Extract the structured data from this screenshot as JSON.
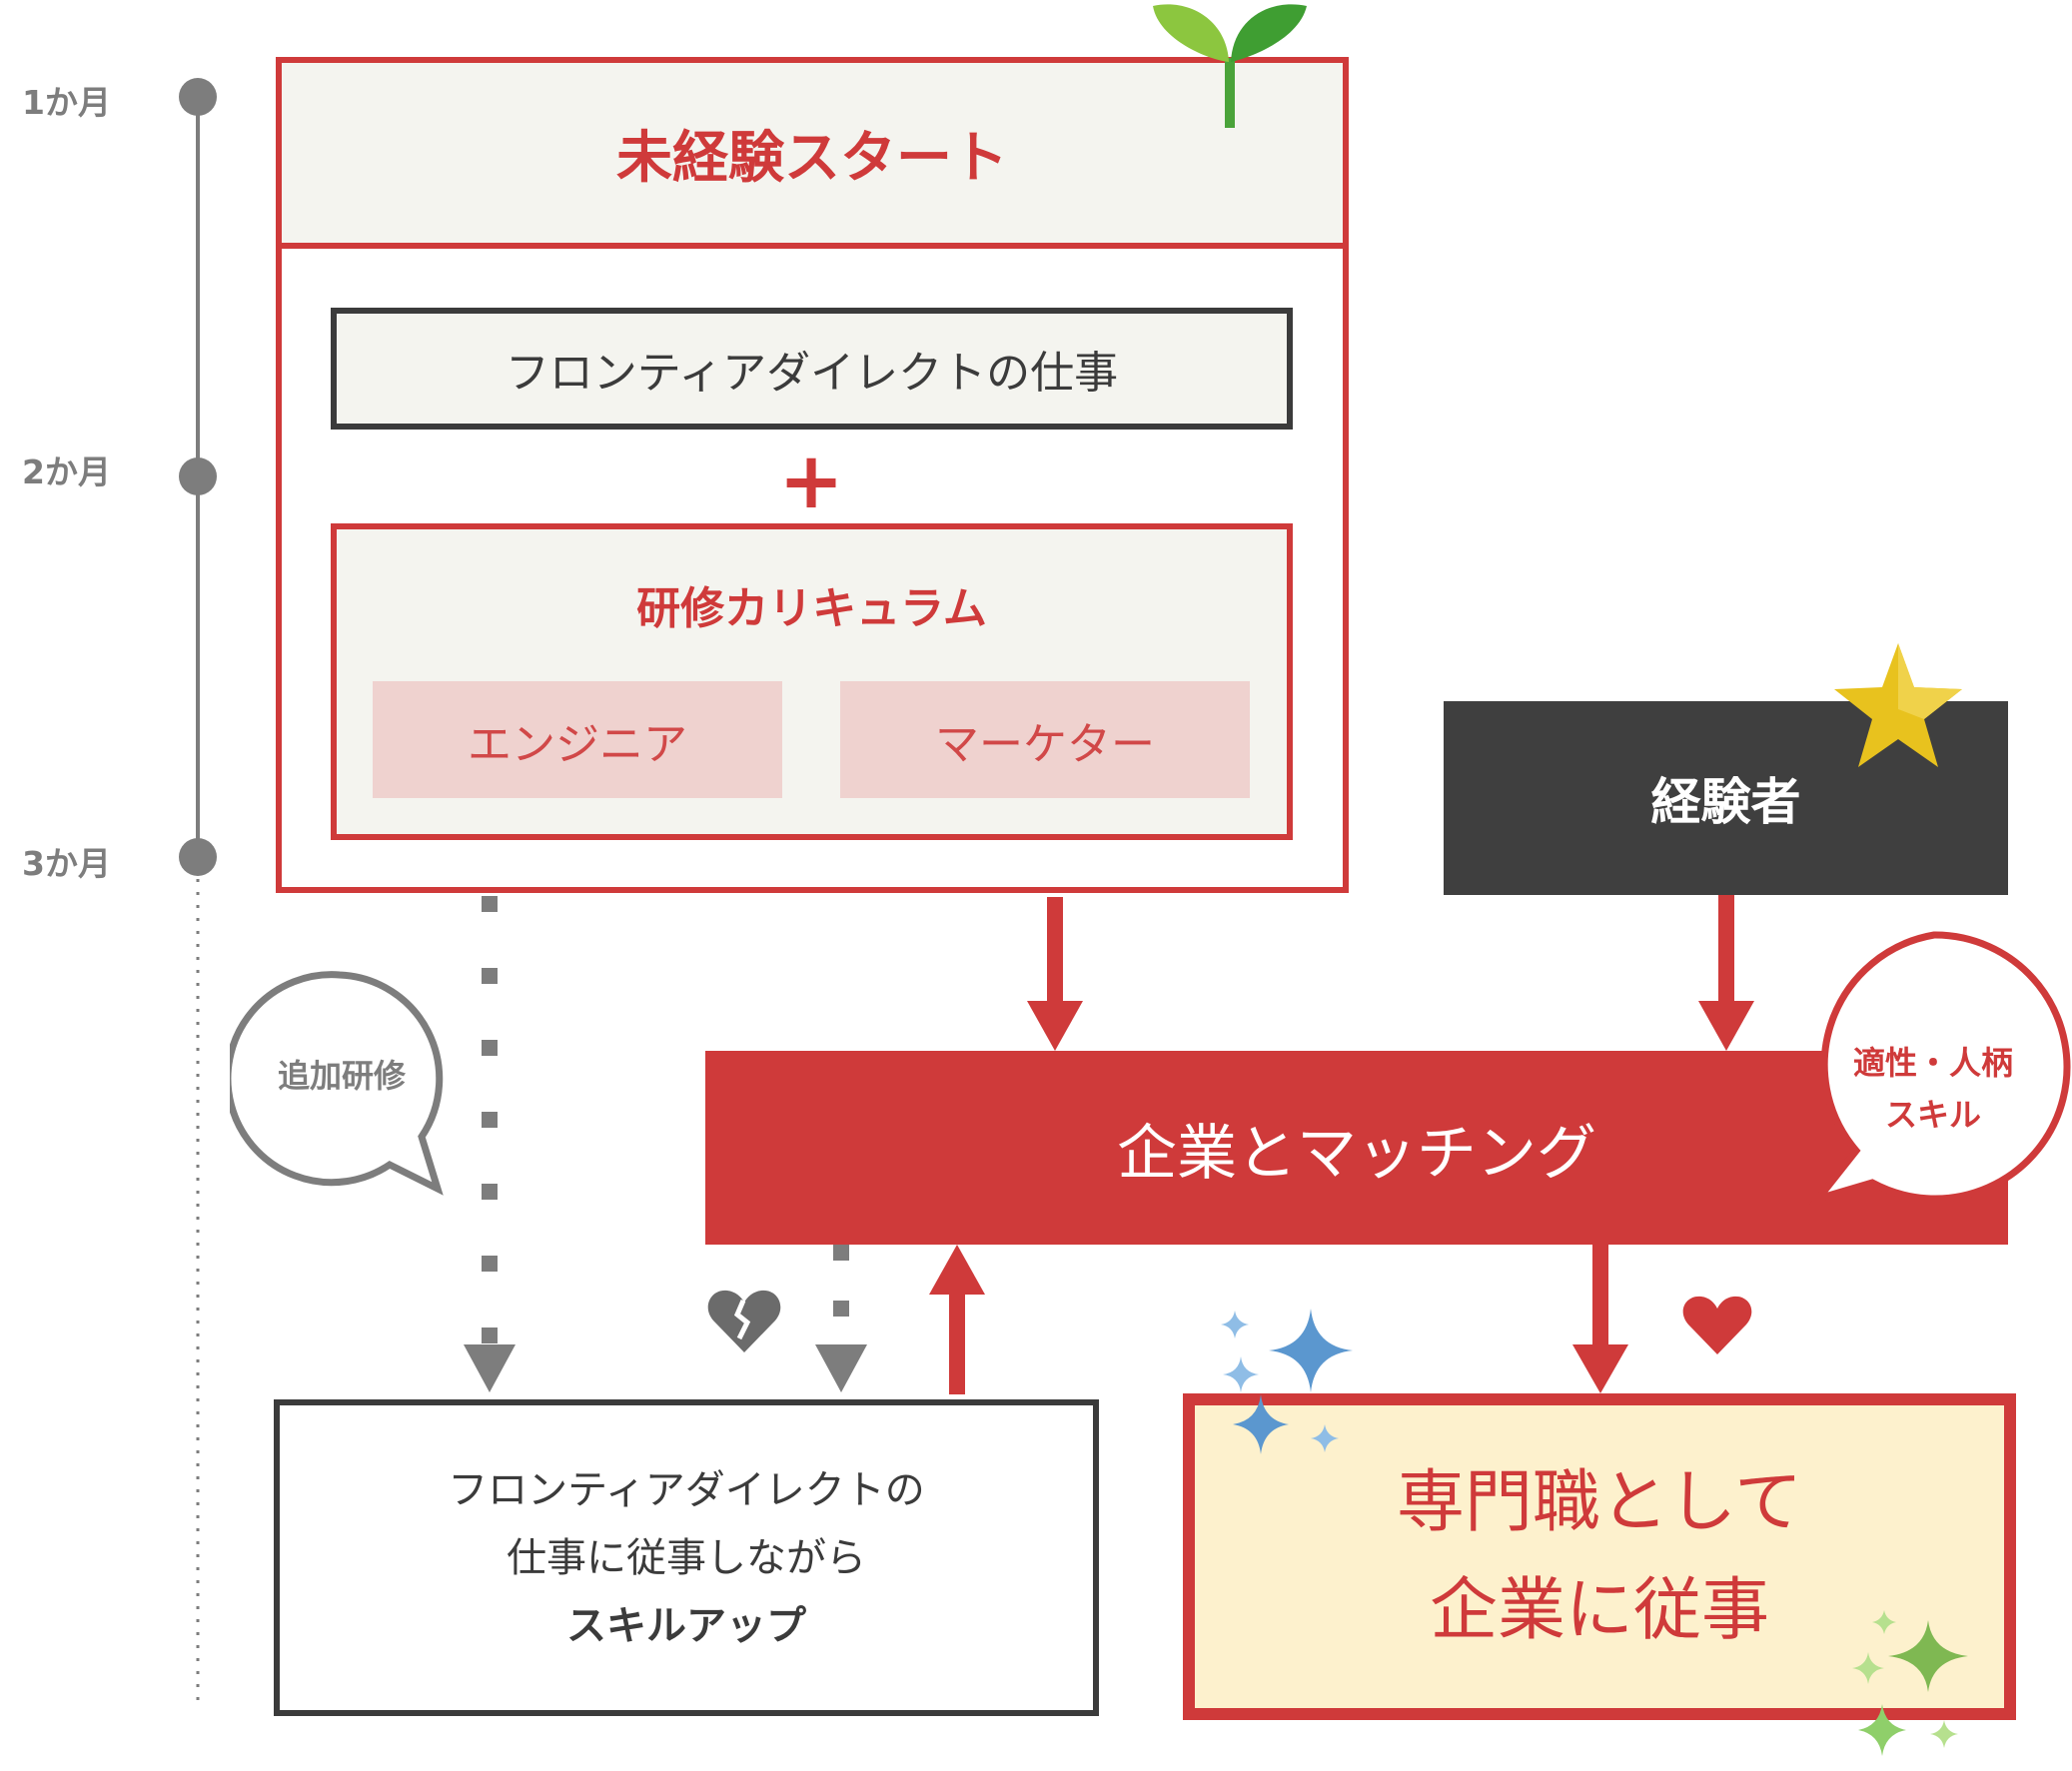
{
  "timeline": {
    "labels": [
      "1か月",
      "2か月",
      "3か月"
    ]
  },
  "start": {
    "title": "未経験スタート",
    "work_label": "フロンティアダイレクトの仕事",
    "plus": "+",
    "curriculum": {
      "title": "研修カリキュラム",
      "tracks": [
        "エンジニア",
        "マーケター"
      ]
    }
  },
  "experienced": {
    "label": "経験者"
  },
  "matching": {
    "label": "企業とマッチング"
  },
  "bubbles": {
    "additional_training": "追加研修",
    "aptitude_line1": "適性・人柄",
    "aptitude_line2": "スキル"
  },
  "outcome_skillup": {
    "line1": "フロンティアダイレクトの",
    "line2": "仕事に従事しながら",
    "line3": "スキルアップ"
  },
  "outcome_pro": {
    "line1": "専門職として",
    "line2": "企業に従事"
  },
  "colors": {
    "red": "#cf3a3a",
    "dark": "#3b3b3b",
    "gray": "#7d7d7d",
    "panel": "#f4f4ef",
    "pink": "#efd2cf",
    "cream": "#fdf1cd"
  },
  "icons": [
    "sprout-icon",
    "star-icon",
    "broken-heart-icon",
    "heart-icon",
    "sparkle-blue-icon",
    "sparkle-green-icon"
  ]
}
